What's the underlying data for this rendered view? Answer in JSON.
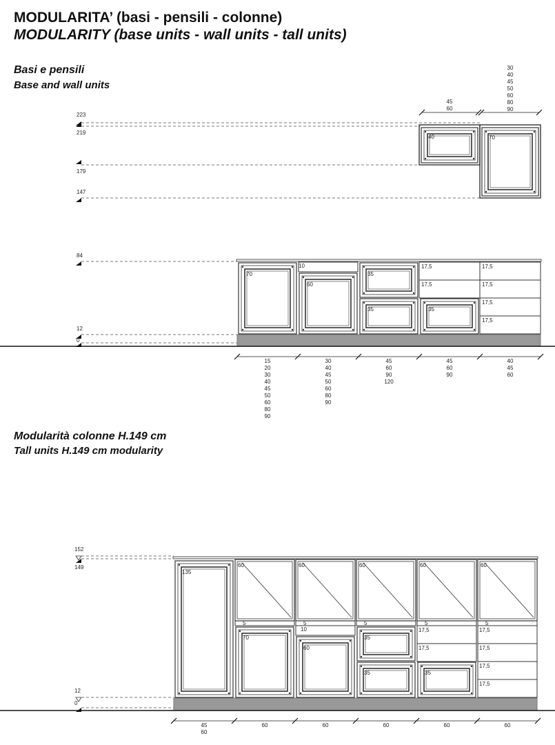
{
  "header": {
    "title_it": "MODULARITA’ (basi - pensili - colonne)",
    "title_en": "MODULARITY (base units - wall units - tall units)"
  },
  "section_bases": {
    "title_it": "Basi e pensili",
    "title_en": "Base and wall units",
    "levels": [
      "223",
      "219",
      "179",
      "147",
      "84",
      "12",
      "0"
    ],
    "wall_units": [
      {
        "height": "40",
        "widths": [
          "45",
          "60"
        ]
      },
      {
        "height": "70",
        "widths": [
          "30",
          "40",
          "45",
          "50",
          "60",
          "80",
          "90"
        ]
      }
    ],
    "base_units": [
      {
        "fronts": [
          "70"
        ],
        "widths": [
          "15",
          "20",
          "30",
          "40",
          "45",
          "50",
          "60",
          "80",
          "90"
        ]
      },
      {
        "fronts": [
          "10",
          "60"
        ],
        "widths": [
          "30",
          "40",
          "45",
          "50",
          "60",
          "80",
          "90"
        ]
      },
      {
        "fronts": [
          "35",
          "35"
        ],
        "widths": [
          "45",
          "60",
          "90",
          "120"
        ]
      },
      {
        "fronts": [
          "17,5",
          "17,5",
          "35"
        ],
        "widths": [
          "45",
          "60",
          "90"
        ]
      },
      {
        "fronts": [
          "17,5",
          "17,5",
          "17,5",
          "17,5"
        ],
        "widths": [
          "40",
          "45",
          "60"
        ]
      }
    ]
  },
  "section_tall": {
    "title_it": "Modularità colonne H.149 cm",
    "title_en": "Tall units H.149 cm modularity",
    "levels": [
      "152",
      "149",
      "12",
      "0"
    ],
    "columns": [
      {
        "fronts": [
          "135"
        ],
        "widths": [
          "45",
          "60"
        ]
      },
      {
        "fronts": [
          "60",
          "5",
          "70"
        ],
        "widths": [
          "60"
        ]
      },
      {
        "fronts": [
          "60",
          "5",
          "10",
          "60"
        ],
        "widths": [
          "60"
        ]
      },
      {
        "fronts": [
          "60",
          "5",
          "35",
          "35"
        ],
        "widths": [
          "60"
        ]
      },
      {
        "fronts": [
          "60",
          "5",
          "17,5",
          "17,5",
          "35"
        ],
        "widths": [
          "60"
        ]
      },
      {
        "fronts": [
          "60",
          "5",
          "17,5",
          "17,5",
          "17,5",
          "17,5"
        ],
        "widths": [
          "60"
        ]
      }
    ]
  }
}
